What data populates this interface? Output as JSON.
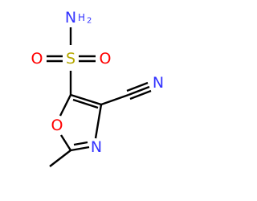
{
  "molecule": {
    "atoms": {
      "sulfonamide_n": {
        "element": "N",
        "hydrogens": "H",
        "hcount": "2",
        "color": "#3333ff"
      },
      "sulfur": {
        "element": "S",
        "color": "#b5a800"
      },
      "sulfonyl_o_left": {
        "element": "O",
        "color": "#ff0000"
      },
      "sulfonyl_o_right": {
        "element": "O",
        "color": "#ff0000"
      },
      "nitrile_n": {
        "element": "N",
        "color": "#3333ff"
      },
      "ring_o": {
        "element": "O",
        "color": "#ff0000"
      },
      "ring_n": {
        "element": "N",
        "color": "#3333ff"
      }
    },
    "bond_color": "#000000"
  }
}
